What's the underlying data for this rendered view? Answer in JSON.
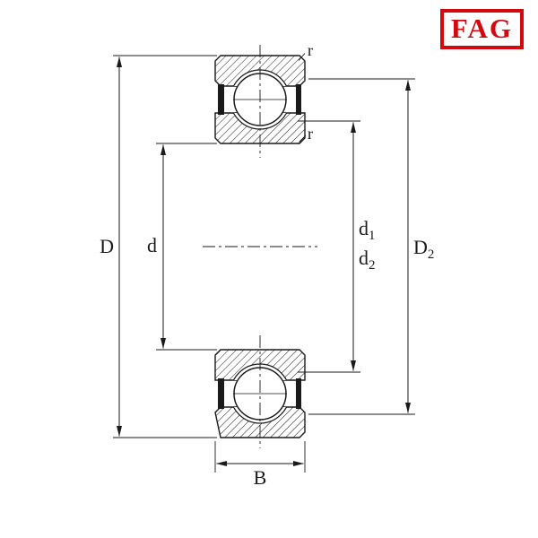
{
  "logo": {
    "text": "FAG",
    "color": "#d10a10"
  },
  "colors": {
    "line": "#1a1a1a",
    "background": "#ffffff"
  },
  "dimension_labels": {
    "D": {
      "label": "D"
    },
    "d": {
      "label": "d"
    },
    "d1": {
      "base": "d",
      "sub": "1"
    },
    "d2": {
      "base": "d",
      "sub": "2"
    },
    "D2": {
      "base": "D",
      "sub": "2"
    },
    "B": {
      "label": "B"
    },
    "r_outer": {
      "label": "r"
    },
    "r_inner": {
      "label": "r"
    }
  }
}
